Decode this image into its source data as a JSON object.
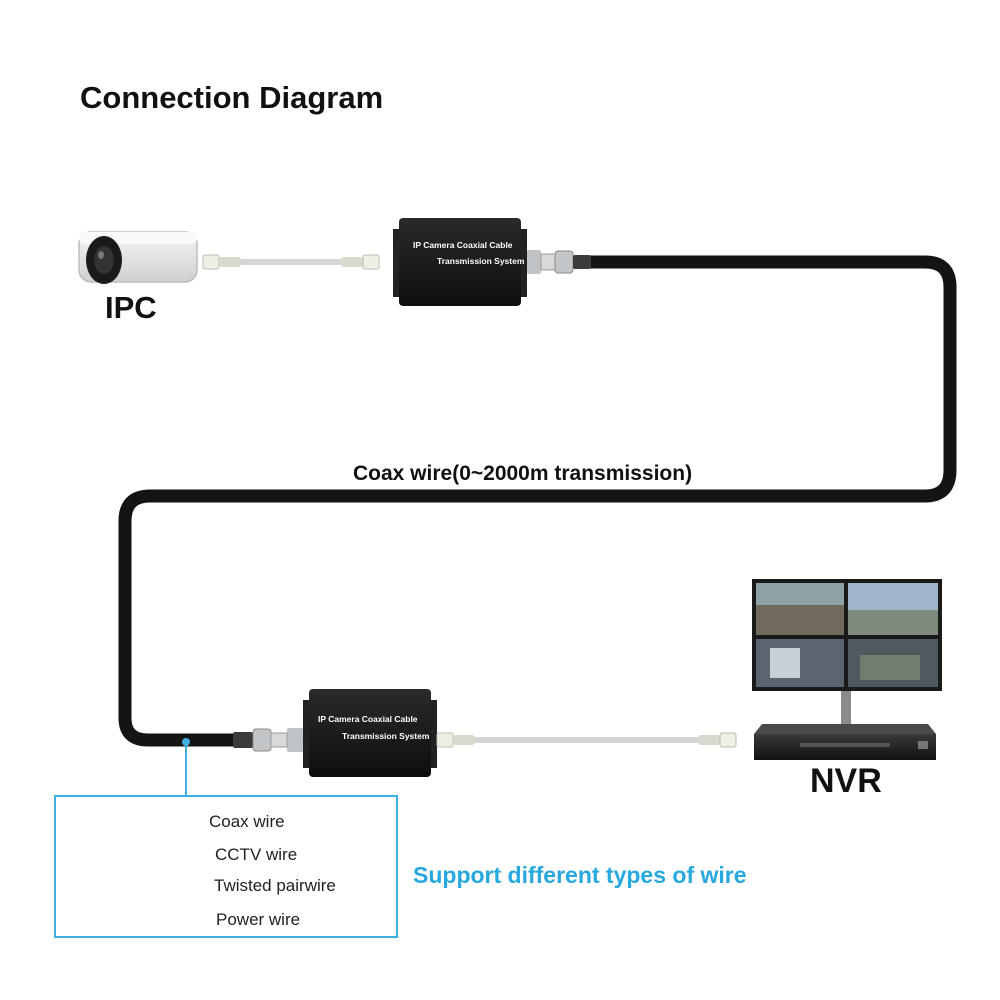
{
  "title": "Connection Diagram",
  "devices": {
    "ipc_label": "IPC",
    "nvr_label": "NVR",
    "transmitter_line1": "IP Camera Coaxial Cable",
    "transmitter_line2": "Transmission System",
    "receiver_line1": "IP Camera Coaxial Cable",
    "receiver_line2": "Transmission System"
  },
  "cable_caption": "Coax wire(0~2000m transmission)",
  "legend": {
    "items": [
      {
        "label": "Coax wire",
        "icon": "coax-wire-icon"
      },
      {
        "label": "CCTV wire",
        "icon": "cctv-wire-icon"
      },
      {
        "label": "Twisted pairwire",
        "icon": "twisted-pair-wire-icon"
      },
      {
        "label": "Power wire",
        "icon": "power-wire-icon"
      }
    ]
  },
  "support_text": "Support different types of wire",
  "colors": {
    "accent_blue": "#27a8de",
    "legend_border": "#3eb0e0",
    "cable": "#141414",
    "device_body": "#1c1c1c"
  }
}
